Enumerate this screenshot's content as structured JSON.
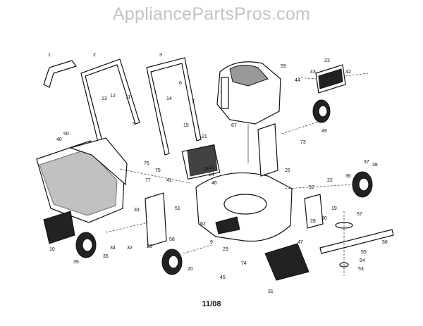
{
  "watermark": "AppliancePartsPros.com",
  "footer": "11/08",
  "callouts": [
    "1",
    "2",
    "3",
    "5",
    "6",
    "7",
    "9",
    "10",
    "11",
    "12",
    "13",
    "14",
    "15",
    "16",
    "18",
    "19",
    "20",
    "21",
    "22",
    "23",
    "24",
    "25",
    "26",
    "28",
    "29",
    "30",
    "31",
    "32",
    "33",
    "34",
    "35",
    "36",
    "37",
    "38",
    "39",
    "40",
    "41",
    "42",
    "43",
    "44",
    "45",
    "46",
    "47",
    "49",
    "50",
    "51",
    "52",
    "53",
    "54",
    "55",
    "56",
    "57",
    "58",
    "59",
    "62",
    "67",
    "73",
    "74",
    "75",
    "76",
    "77"
  ]
}
